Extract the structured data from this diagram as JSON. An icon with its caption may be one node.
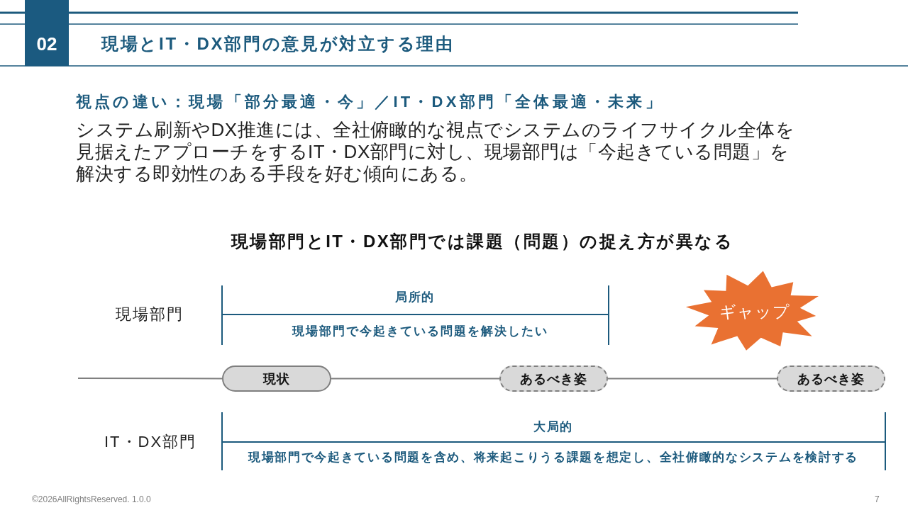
{
  "diagram": {
    "title": "現場とIT・DX部門の意見が対立する理由",
    "nodes": [
      {
        "text": [
          "02"
        ]
      },
      {
        "text": [
          "ギャップ"
        ]
      },
      {
        "text": [
          "現状"
        ]
      },
      {
        "text": [
          "あるべき姿"
        ]
      },
      {
        "text": [
          "あるべき姿"
        ]
      }
    ],
    "edges": [
      {
        "from": null,
        "to": 2,
        "arrow": "none"
      },
      {
        "from": 2,
        "to": 3,
        "arrow": "none"
      },
      {
        "from": 3,
        "to": 4,
        "arrow": "none"
      }
    ],
    "labels": [
      "視点の違い：現場「部分最適・今」／IT・DX部門「全体最適・未来」",
      "システム刷新やDX推進には、全社俯瞰的な視点でシステムのライフサイクル全体を見据えたアプローチをするIT・DX部門に対し、現場部門は「今起きている問題」を解決する即効性のある手段を好む傾向にある。",
      "現場部門とIT・DX部門では課題（問題）の捉え方が異なる",
      "現場部門",
      "局所的",
      "現場部門で今起きている問題を解決したい",
      "IT・DX部門",
      "大局的",
      "現場部門で今起きている問題を含め、将来起こりうる課題を想定し、全社俯瞰的なシステムを検討する",
      "©2026AllRightsReserved. 1.0.0",
      "7"
    ]
  }
}
